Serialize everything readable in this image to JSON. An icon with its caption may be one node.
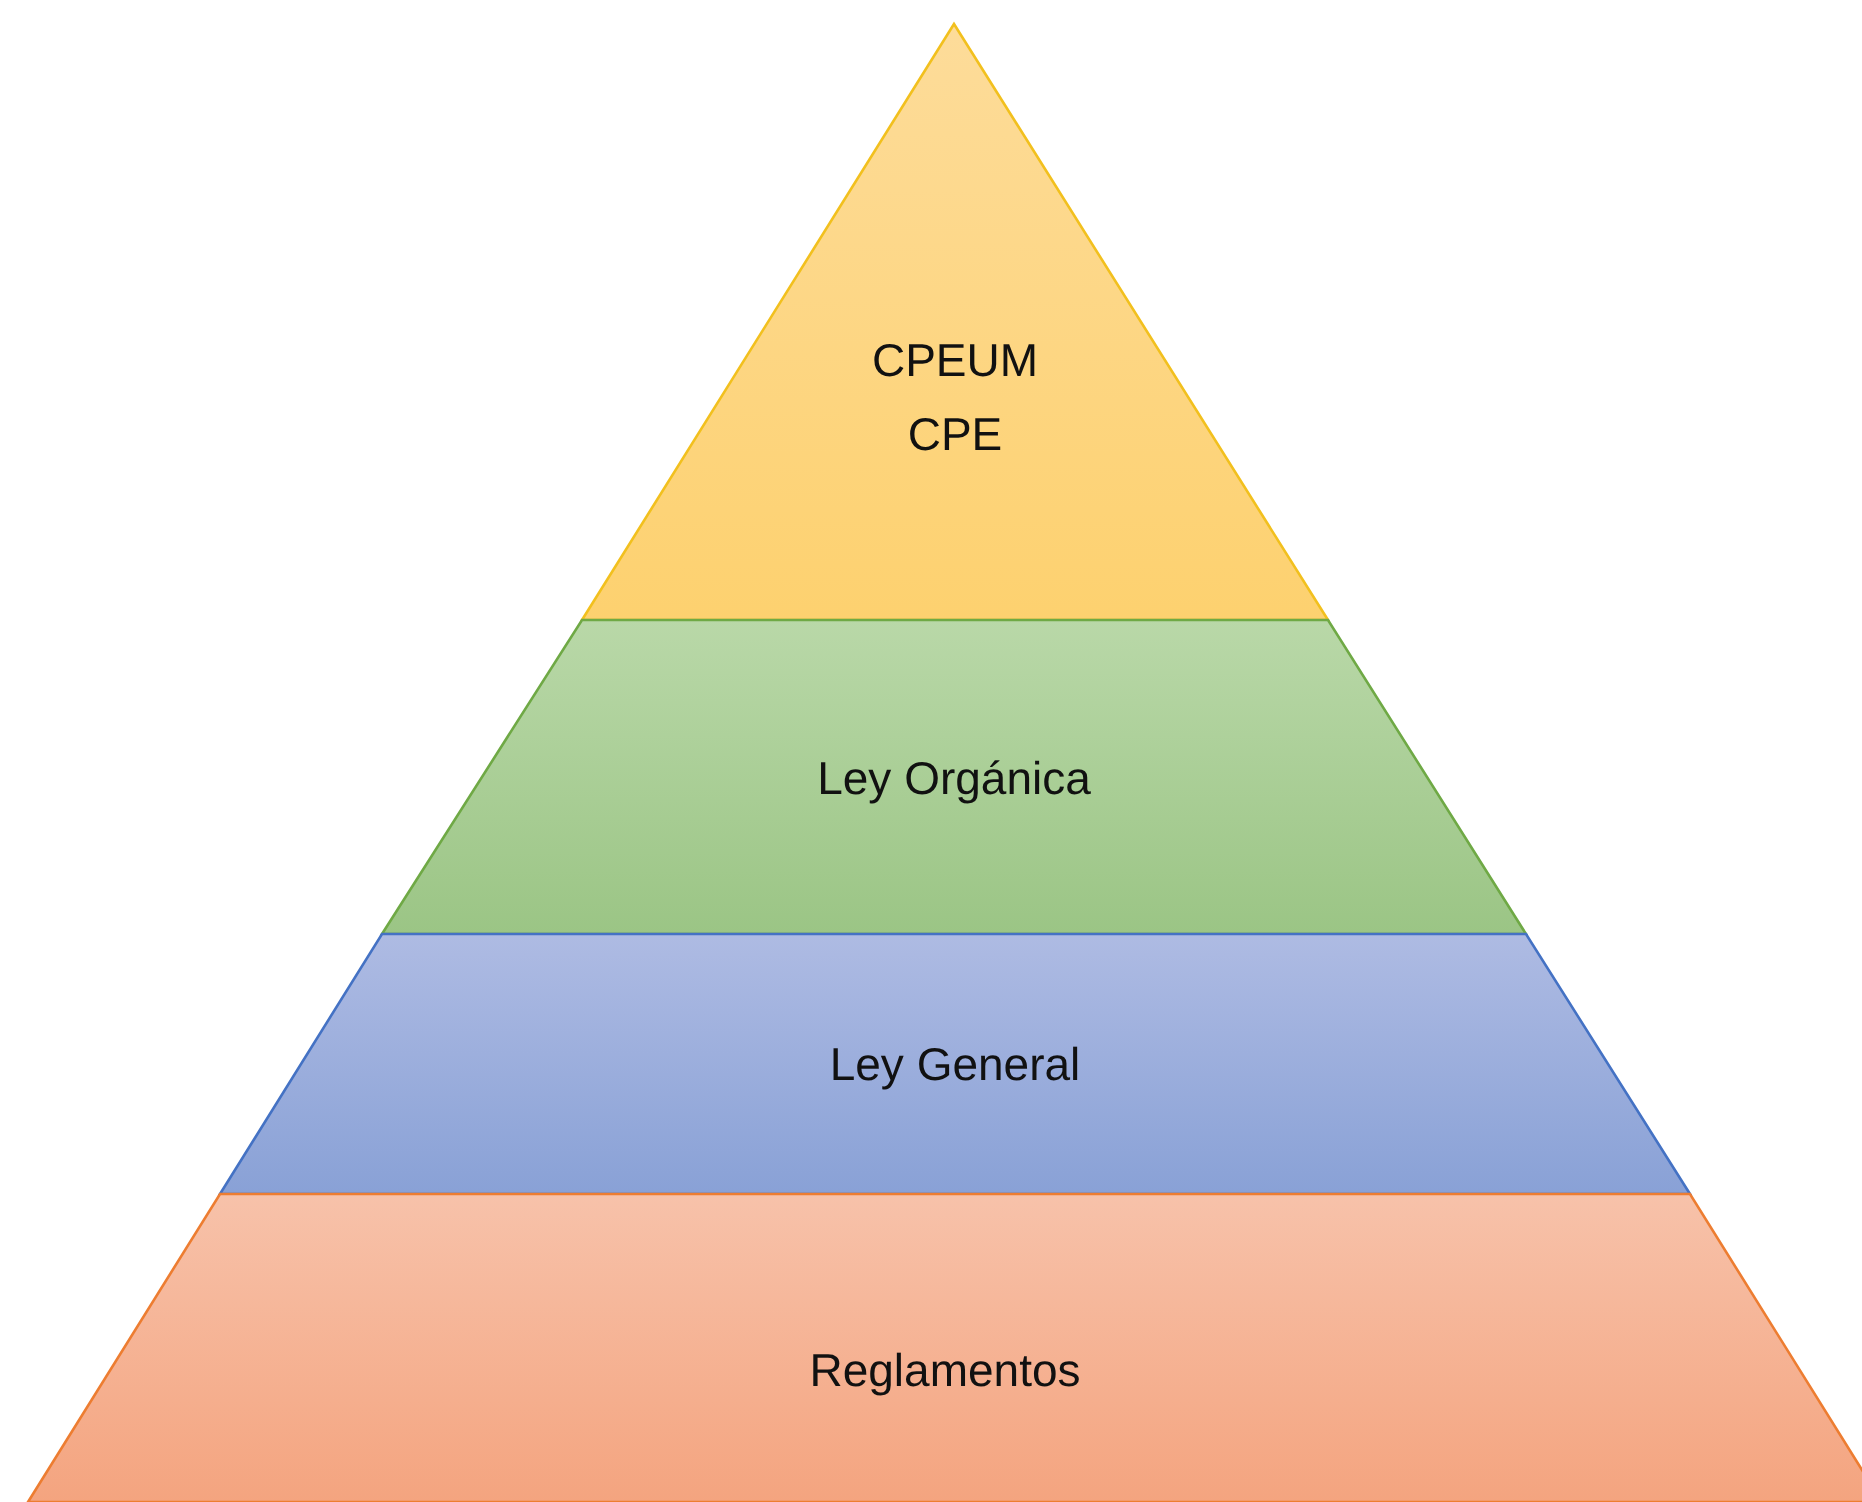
{
  "diagram": {
    "nodes": [
      {
        "text": [
          "CPEUM",
          "CPE"
        ]
      },
      {
        "text": [
          "Ley Orgánica"
        ]
      },
      {
        "text": [
          "Ley General"
        ]
      },
      {
        "text": [
          "Reglamentos"
        ]
      }
    ]
  }
}
